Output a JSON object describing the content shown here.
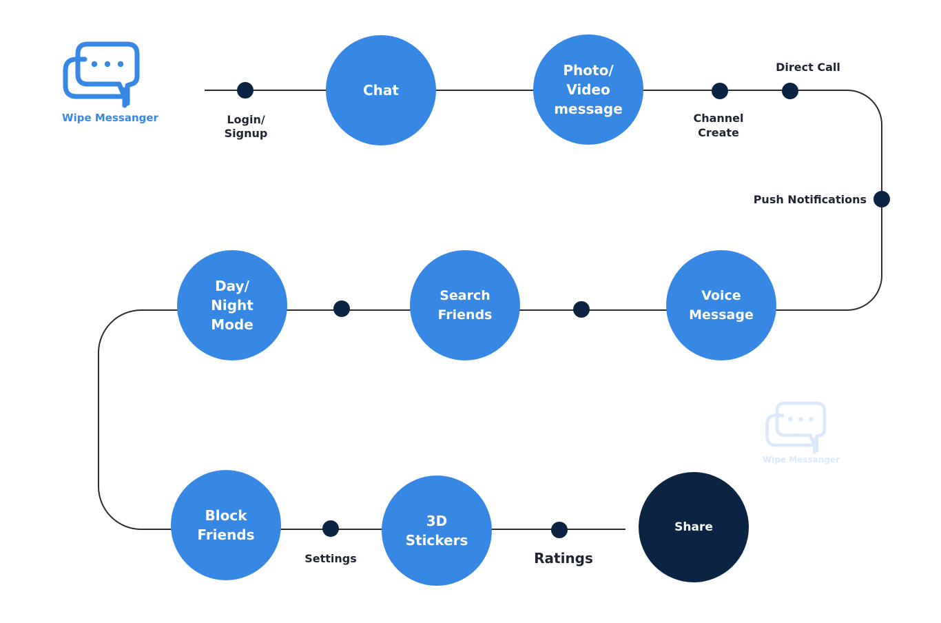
{
  "brand": {
    "name": "Wipe Messanger",
    "watermark": "Wipe Messanger",
    "icon": "chat-bubble-icon"
  },
  "colors": {
    "accent": "#3787e5",
    "dark": "#0c2444",
    "line": "#2b2b2b",
    "label": "#1f2430",
    "watermark": "#dbe8fa"
  },
  "nodes": [
    {
      "id": "chat",
      "lines": [
        "Chat"
      ],
      "variant": "accent"
    },
    {
      "id": "photo-video-message",
      "lines": [
        "Photo/",
        "Video",
        "message"
      ],
      "variant": "accent"
    },
    {
      "id": "voice-message",
      "lines": [
        "Voice",
        "Message"
      ],
      "variant": "accent"
    },
    {
      "id": "search-friends",
      "lines": [
        "Search",
        "Friends"
      ],
      "variant": "accent"
    },
    {
      "id": "day-night-mode",
      "lines": [
        "Day/",
        "Night",
        "Mode"
      ],
      "variant": "accent"
    },
    {
      "id": "block-friends",
      "lines": [
        "Block",
        "Friends"
      ],
      "variant": "accent"
    },
    {
      "id": "3d-stickers",
      "lines": [
        "3D",
        "Stickers"
      ],
      "variant": "accent"
    },
    {
      "id": "share",
      "lines": [
        "Share"
      ],
      "variant": "dark"
    }
  ],
  "steps": [
    {
      "id": "login-signup",
      "lines": [
        "Login/",
        "Signup"
      ]
    },
    {
      "id": "channel-create",
      "lines": [
        "Channel",
        "Create"
      ]
    },
    {
      "id": "direct-call",
      "lines": [
        "Direct Call"
      ]
    },
    {
      "id": "push-notifications",
      "lines": [
        "Push Notifications"
      ]
    },
    {
      "id": "between-voice-search",
      "lines": []
    },
    {
      "id": "between-search-day",
      "lines": []
    },
    {
      "id": "settings",
      "lines": [
        "Settings"
      ]
    },
    {
      "id": "ratings",
      "lines": [
        "Ratings"
      ]
    }
  ]
}
